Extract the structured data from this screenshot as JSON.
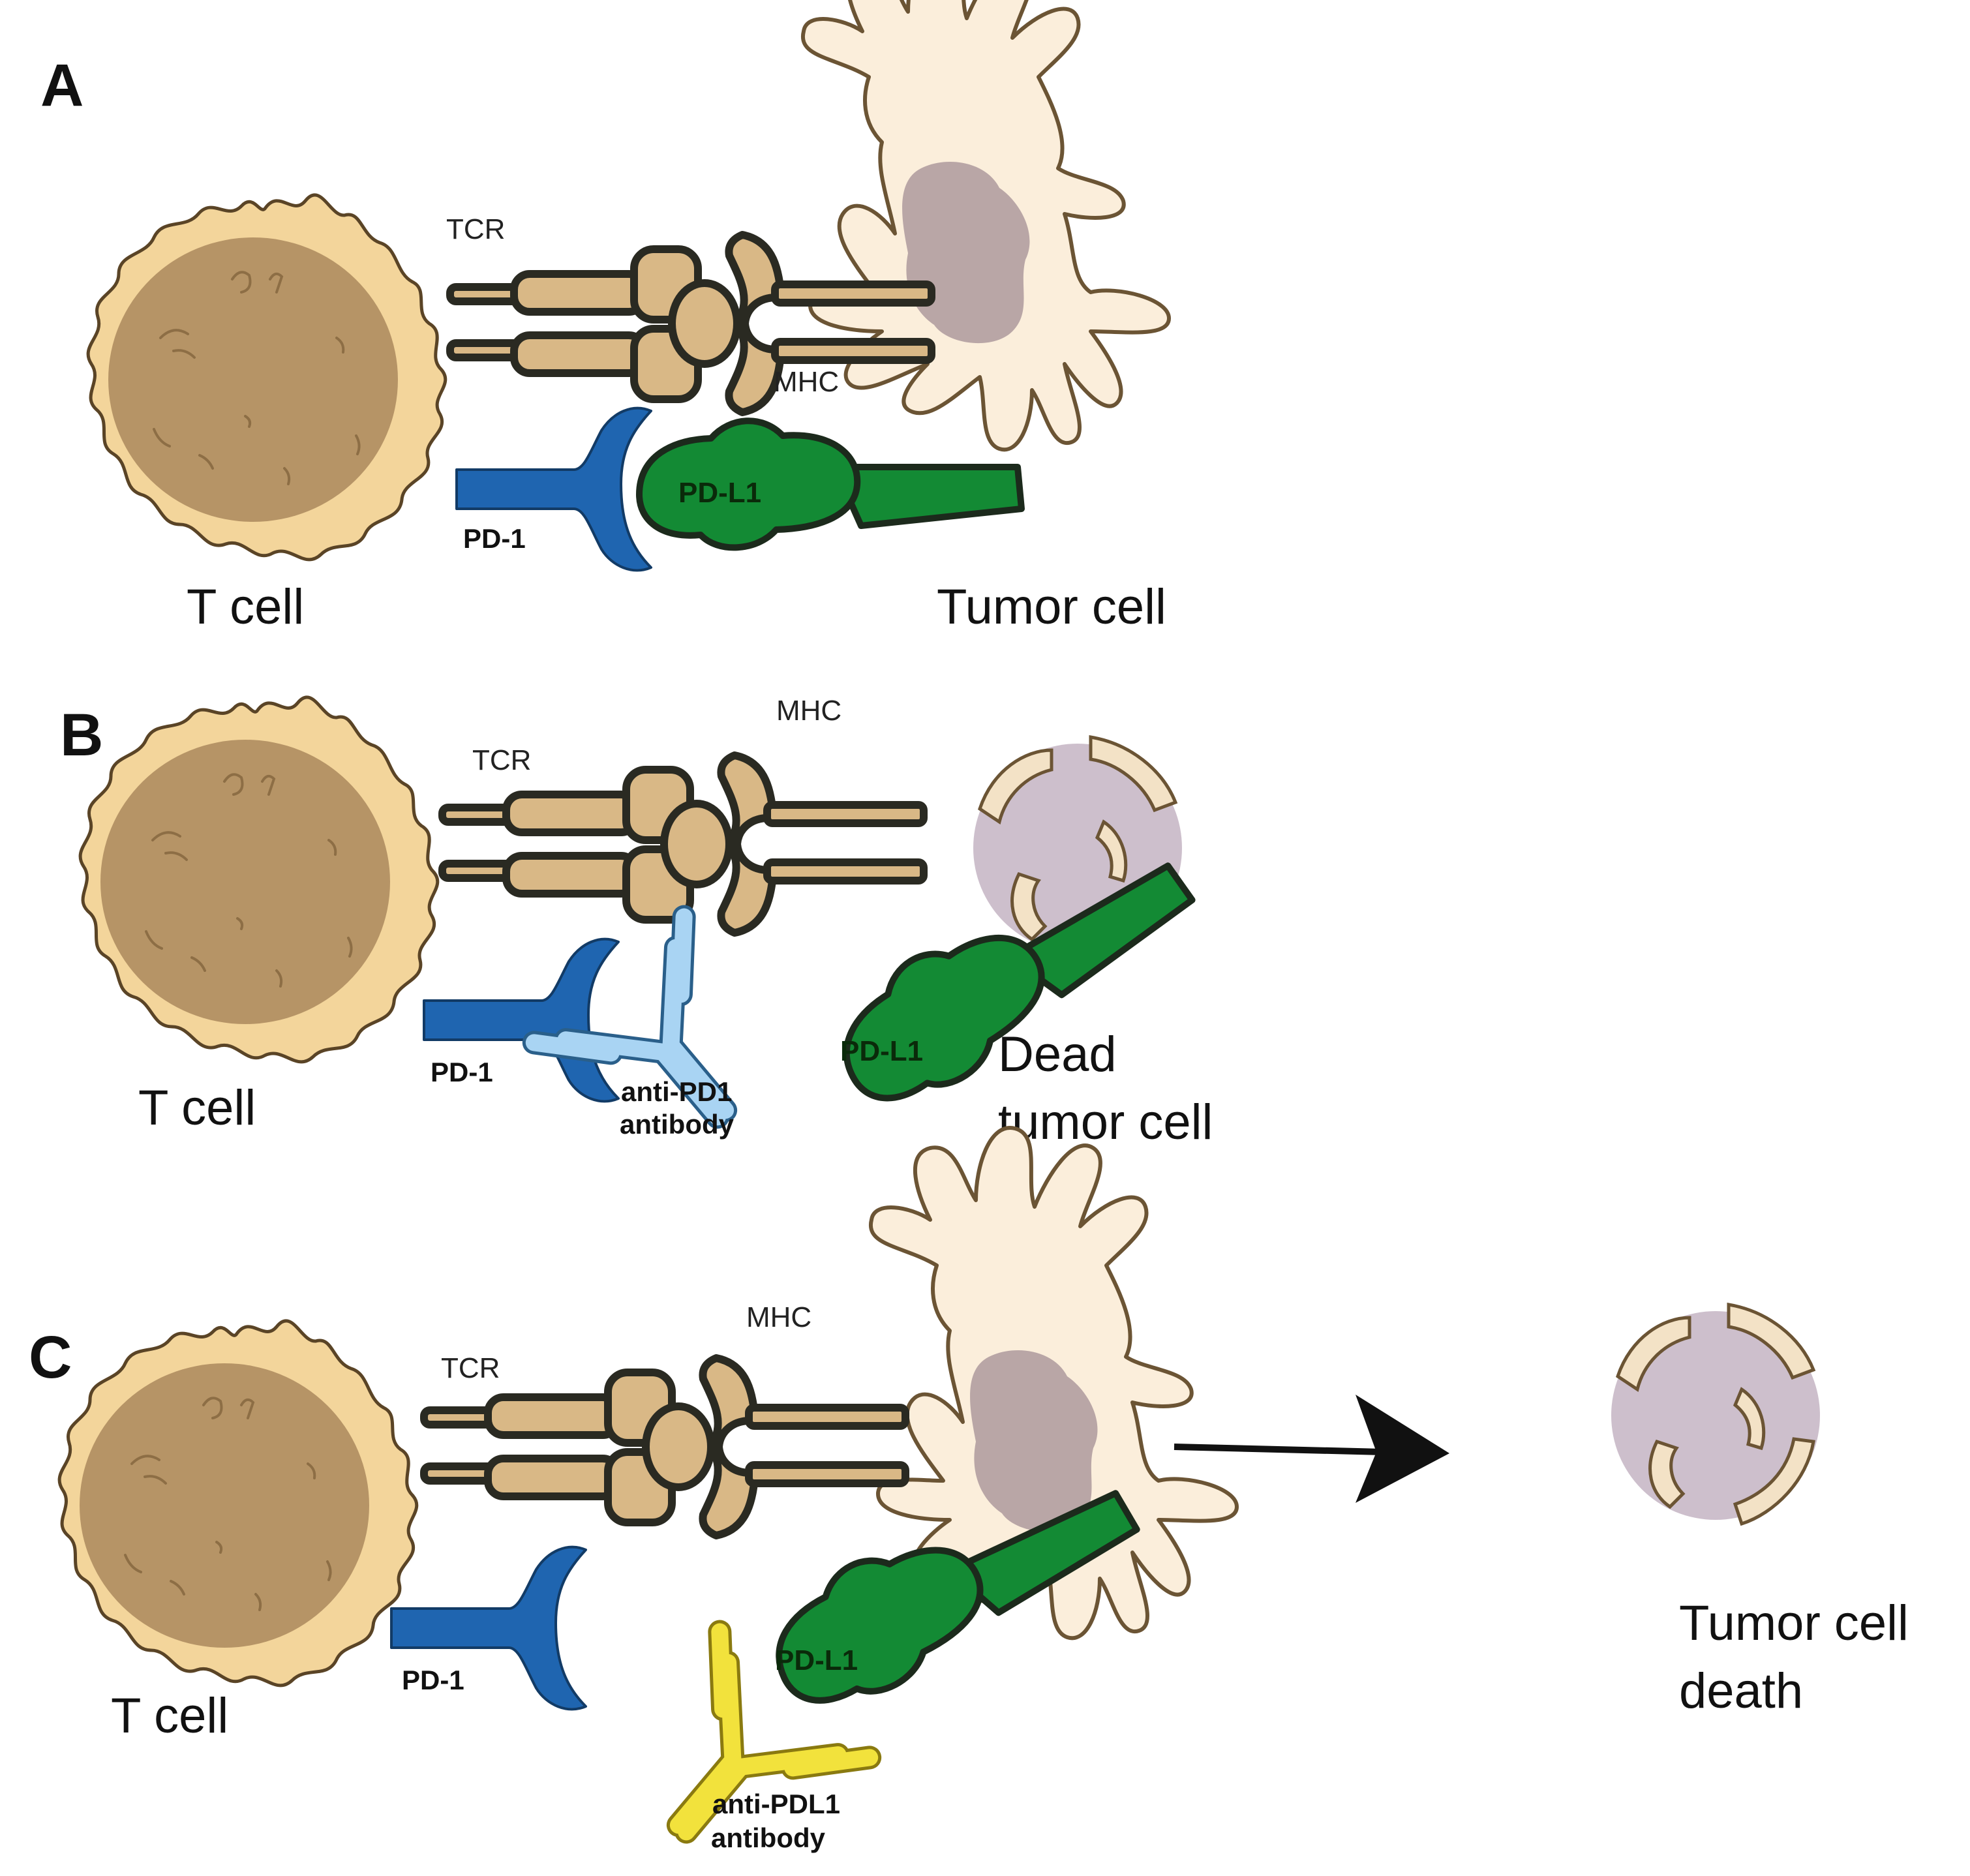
{
  "panels": {
    "a": {
      "letter": "A",
      "t_cell_label": "T cell",
      "tumor_cell_label": "Tumor cell",
      "tcr_label": "TCR",
      "mhc_label": "MHC",
      "pd1_label": "PD-1",
      "pdl1_label": "PD-L1"
    },
    "b": {
      "letter": "B",
      "t_cell_label": "T cell",
      "tcr_label": "TCR",
      "mhc_label": "MHC",
      "pd1_label": "PD-1",
      "pdl1_label": "PD-L1",
      "antibody_label_line1": "anti-PD1",
      "antibody_label_line2": "antibody",
      "dead_cell_line1": "Dead",
      "dead_cell_line2": "tumor cell"
    },
    "c": {
      "letter": "C",
      "t_cell_label": "T cell",
      "tcr_label": "TCR",
      "mhc_label": "MHC",
      "pd1_label": "PD-1",
      "pdl1_label": "PD-L1",
      "antibody_label_line1": "anti-PDL1",
      "antibody_label_line2": "antibody",
      "death_line1": "Tumor cell",
      "death_line2": "death"
    }
  },
  "colors": {
    "t_cell_fringe": "#f3d59b",
    "t_cell_nucleus": "#b69466",
    "tcr_mhc": "#d9b886",
    "outline": "#2a2a22",
    "tumor_cell": "#fbeedb",
    "tumor_nucleus": "#b9a6a6",
    "pd1": "#1f65b0",
    "pdl1": "#138a34",
    "anti_pd1": "#a9d4f3",
    "anti_pdl1": "#f2e23c"
  }
}
